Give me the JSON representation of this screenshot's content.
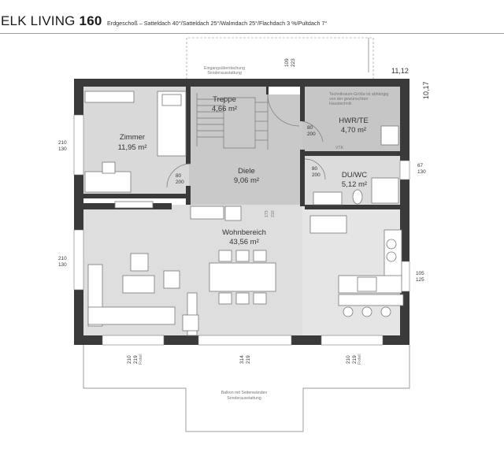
{
  "header": {
    "brand": "ELK LIVING",
    "model": "160",
    "subtitle": "Erdgeschoß – Satteldach 40°/Satteldach 25°/Walmdach 25°/Flachdach 3 %/Pultdach 7°"
  },
  "outer_dimensions": {
    "width": "11,12",
    "depth": "10,17"
  },
  "rooms": [
    {
      "id": "zimmer",
      "name": "Zimmer",
      "area": "11,95 m²"
    },
    {
      "id": "treppe",
      "name": "Treppe",
      "area": "4,66 m²"
    },
    {
      "id": "hwr",
      "name": "HWR/TE",
      "area": "4,70 m²"
    },
    {
      "id": "diele",
      "name": "Diele",
      "area": "9,06 m²"
    },
    {
      "id": "duwc",
      "name": "DU/WC",
      "area": "5,12 m²"
    },
    {
      "id": "wohn",
      "name": "Wohnbereich",
      "area": "43,56 m²"
    }
  ],
  "notes": {
    "entrance_canopy": "Eingangsüberdachung Sonderausstattung",
    "technik": "Technikraum-Größe ist abhängig von der gewünschten Haustechnik",
    "balcony": "Balkon mit Seitenwänden Sonderausstattung",
    "vtk": "VTK"
  },
  "openings": {
    "entrance": [
      "109",
      "223"
    ],
    "left_upper": [
      "210",
      "130"
    ],
    "left_lower": [
      "210",
      "130"
    ],
    "right_bath": [
      "67",
      "130"
    ],
    "right_kitchen": [
      "105",
      "125"
    ],
    "bottom_left": [
      "210",
      "219",
      "Fixteil"
    ],
    "bottom_center": [
      "314",
      "219"
    ],
    "bottom_right": [
      "210",
      "219",
      "Fixteil"
    ],
    "door_zimmer": [
      "80",
      "200"
    ],
    "door_hwr": [
      "80",
      "200"
    ],
    "door_duwc": [
      "80",
      "200"
    ],
    "door_wohn": [
      "173",
      "210"
    ]
  }
}
